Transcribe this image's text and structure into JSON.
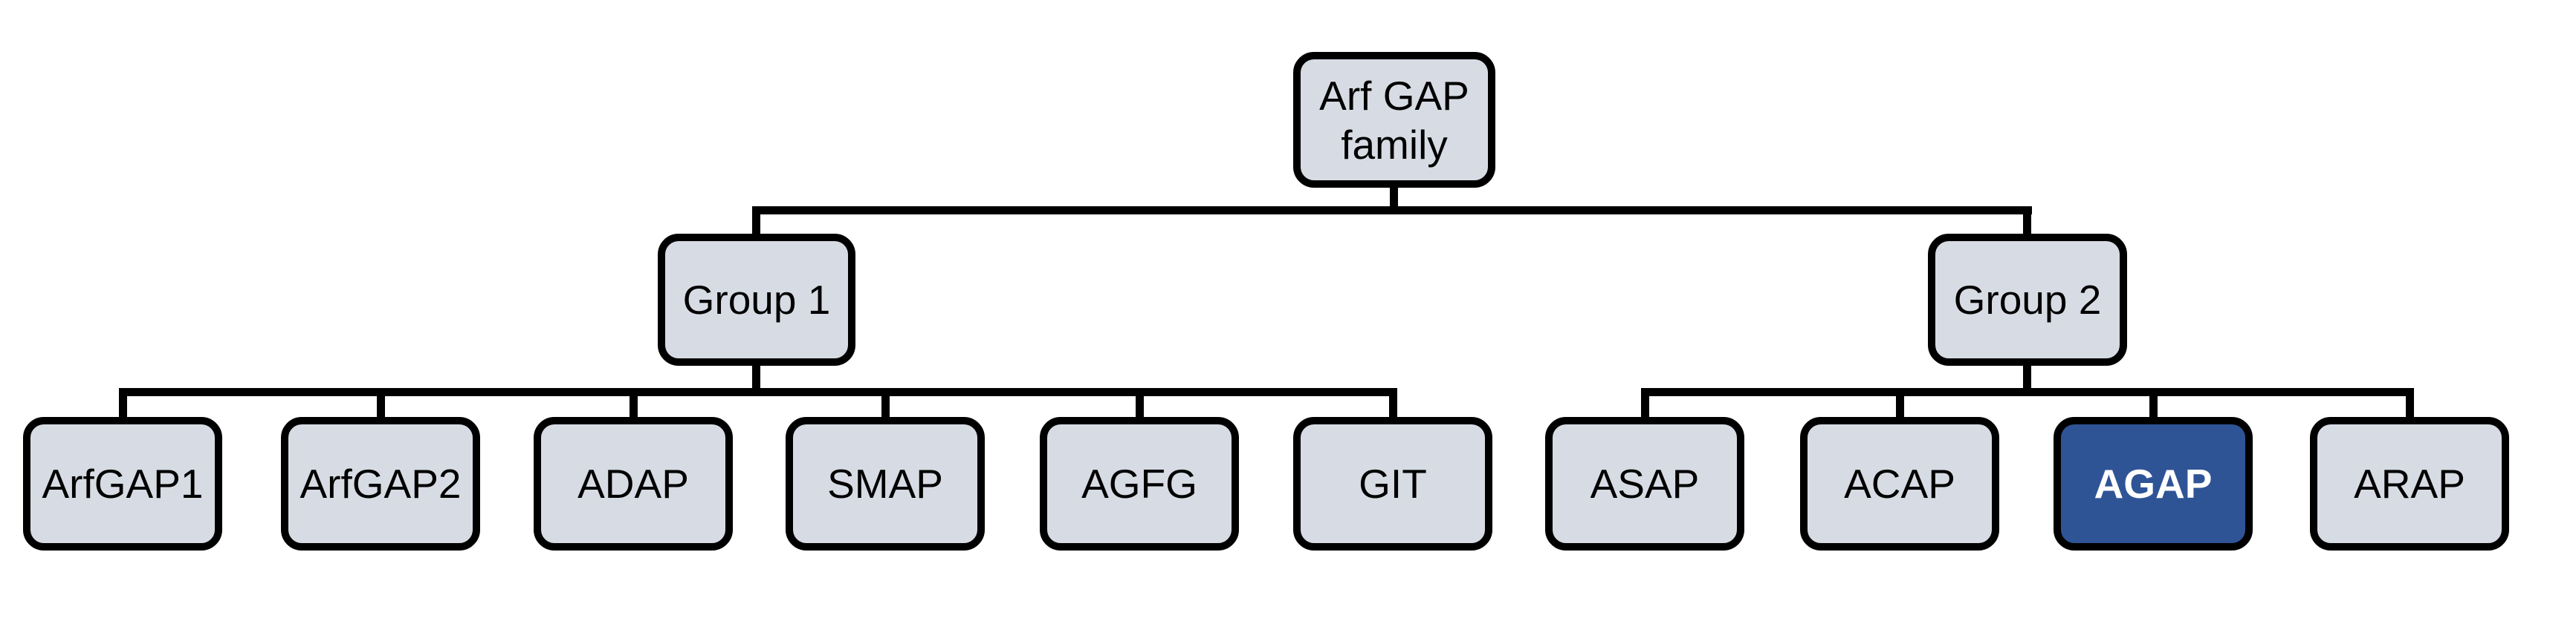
{
  "diagram": {
    "type": "tree",
    "root": {
      "label": "Arf GAP family"
    },
    "groups": [
      {
        "label": "Group 1",
        "children": [
          {
            "label": "ArfGAP1",
            "highlighted": false
          },
          {
            "label": "ArfGAP2",
            "highlighted": false
          },
          {
            "label": "ADAP",
            "highlighted": false
          },
          {
            "label": "SMAP",
            "highlighted": false
          },
          {
            "label": "AGFG",
            "highlighted": false
          },
          {
            "label": "GIT",
            "highlighted": false
          }
        ]
      },
      {
        "label": "Group 2",
        "children": [
          {
            "label": "ASAP",
            "highlighted": false
          },
          {
            "label": "ACAP",
            "highlighted": false
          },
          {
            "label": "AGAP",
            "highlighted": true
          },
          {
            "label": "ARAP",
            "highlighted": false
          }
        ]
      }
    ],
    "highlighted_node": "AGAP",
    "colors": {
      "node_fill": "#d7dce4",
      "node_border": "#000000",
      "connector": "#000000",
      "text": "#000000",
      "highlight_fill": "#2f5496",
      "highlight_text": "#ffffff"
    }
  }
}
